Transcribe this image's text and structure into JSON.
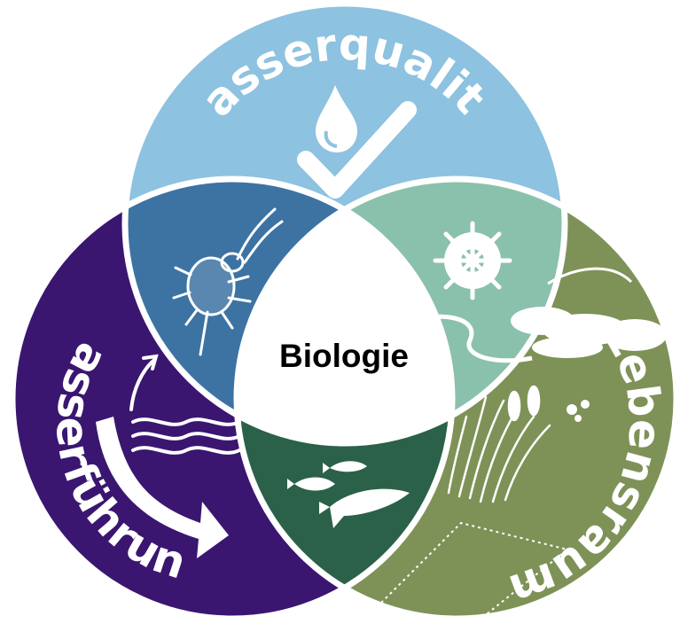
{
  "labels": {
    "top": "Wasserqualität",
    "left": "Wasserführung",
    "right": "Lebensraum",
    "center": "Biologie"
  },
  "colors": {
    "water_quality": "#8dc2e0",
    "water_flow": "#3a1671",
    "habitat": "#7e9257",
    "overlap_quality_flow": "#3d73a3",
    "overlap_quality_habitat": "#8ac1ac",
    "overlap_flow_habitat": "#2b6148",
    "center": "#ffffff",
    "outline": "#ffffff"
  },
  "icons": {
    "top": [
      "water-drop-icon",
      "checkmark-icon"
    ],
    "left": [
      "river-waves-icon",
      "curved-arrow-icon",
      "small-arrow-icon"
    ],
    "right": [
      "tree-canopy-icon",
      "reed-grass-icon",
      "stones-icon",
      "riverbed-icon"
    ],
    "overlap_quality_flow": "aquatic-insect-icon",
    "overlap_quality_habitat": "flower-icon",
    "overlap_flow_habitat": "fish-icon"
  }
}
